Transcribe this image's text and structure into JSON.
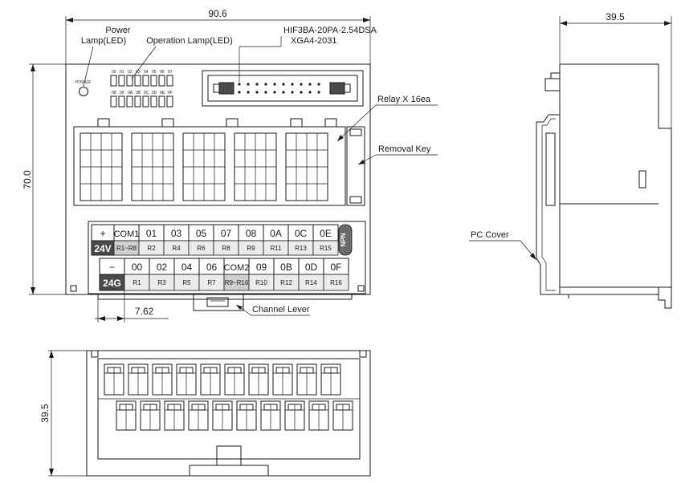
{
  "dimensions": {
    "width": "90.6",
    "height": "70.0",
    "depth_side": "39.5",
    "depth_bottom": "39.5",
    "pitch": "7.62"
  },
  "labels": {
    "power_lamp_line1": "Power",
    "power_lamp_line2": "Lamp(LED)",
    "operation_lamp": "Operation Lamp(LED)",
    "connector_line1": "HIF3BA-20PA-2.54DSA",
    "connector_line2": "XGA4-2031",
    "relay": "Relay X 16ea",
    "removal_key": "Removal Key",
    "pc_cover": "PC Cover",
    "channel_lever": "Channel Lever",
    "power_text": "POWER"
  },
  "led_labels": {
    "top": [
      "00",
      "01",
      "02",
      "03",
      "04",
      "05",
      "06",
      "07"
    ],
    "bottom": [
      "08",
      "09",
      "0A",
      "0B",
      "0C",
      "0D",
      "0E",
      "0F"
    ]
  },
  "terminals": {
    "top_row": [
      {
        "num": "+",
        "sub": "24V"
      },
      {
        "num": "COM1",
        "sub": "R1~R8"
      },
      {
        "num": "01",
        "sub": "R2"
      },
      {
        "num": "03",
        "sub": "R4"
      },
      {
        "num": "05",
        "sub": "R6"
      },
      {
        "num": "07",
        "sub": "R8"
      },
      {
        "num": "08",
        "sub": "R9"
      },
      {
        "num": "0A",
        "sub": "R11"
      },
      {
        "num": "0C",
        "sub": "R13"
      },
      {
        "num": "0E",
        "sub": "R15"
      }
    ],
    "bottom_row": [
      {
        "num": "−",
        "sub": "24G"
      },
      {
        "num": "00",
        "sub": "R1"
      },
      {
        "num": "02",
        "sub": "R3"
      },
      {
        "num": "04",
        "sub": "R5"
      },
      {
        "num": "06",
        "sub": "R7"
      },
      {
        "num": "COM2",
        "sub": "R9~R16"
      },
      {
        "num": "09",
        "sub": "R10"
      },
      {
        "num": "0B",
        "sub": "R12"
      },
      {
        "num": "0D",
        "sub": "R14"
      },
      {
        "num": "0F",
        "sub": "R16"
      }
    ],
    "badge": "NPN"
  }
}
